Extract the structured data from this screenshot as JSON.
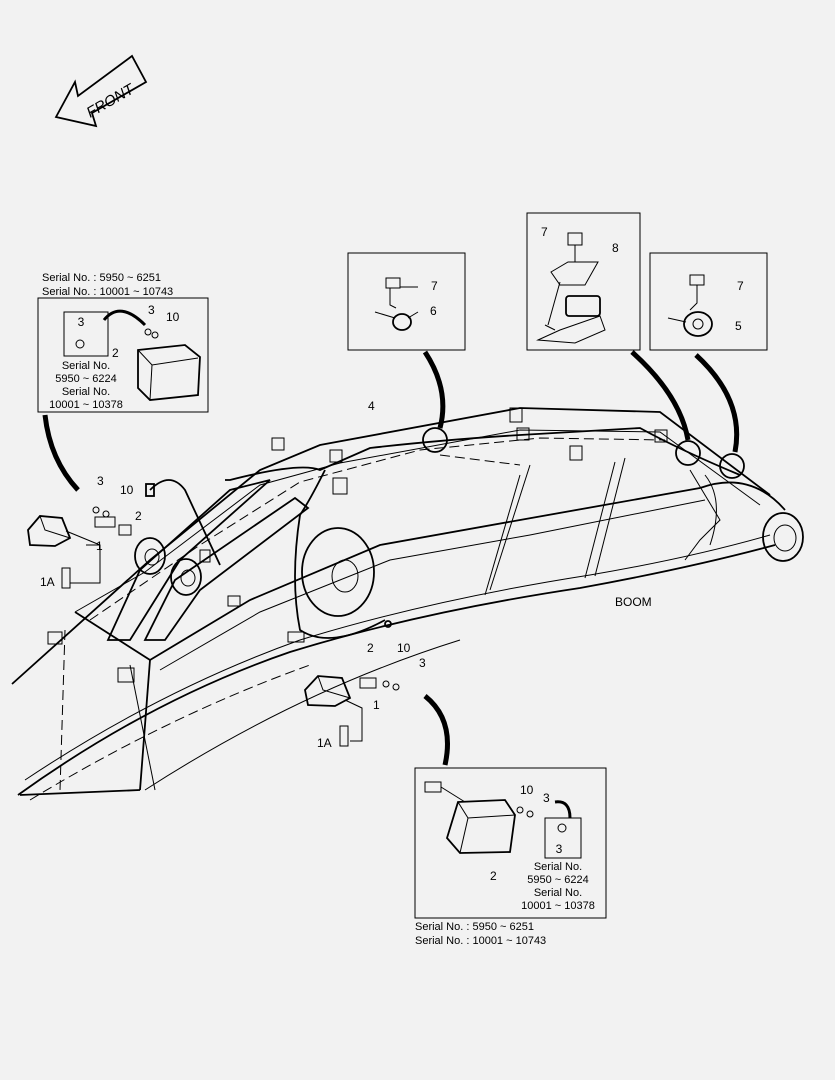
{
  "diagram": {
    "front_label": "FRONT",
    "boom_label": "BOOM",
    "callouts": {
      "c1_top": "1",
      "c1a_top": "1A",
      "c2_top": "2",
      "c3_top": "3",
      "c10_top": "10",
      "c1_bottom": "1",
      "c1a_bottom": "1A",
      "c2_bottom": "2",
      "c3_bottom": "3",
      "c10_bottom": "10",
      "c4": "4"
    },
    "inset_top_left": {
      "serial_line_1": "Serial No. : 5950 ~ 6251",
      "serial_line_2": "Serial No. : 10001 ~ 10743",
      "box_label": "3",
      "box_serial_1": "Serial No.",
      "box_serial_2": "5950 ~ 6224",
      "box_serial_3": "Serial No.",
      "box_serial_4": "10001 ~ 10378",
      "callout_2": "2",
      "callout_3": "3",
      "callout_10": "10"
    },
    "inset_bottom_right": {
      "serial_line_1": "Serial No. : 5950 ~ 6251",
      "serial_line_2": "Serial No. : 10001 ~ 10743",
      "box_label": "3",
      "box_serial_1": "Serial No.",
      "box_serial_2": "5950 ~ 6224",
      "box_serial_3": "Serial No.",
      "box_serial_4": "10001 ~ 10378",
      "callout_2": "2",
      "callout_3": "3",
      "callout_10": "10"
    },
    "inset_mid": {
      "callout_7": "7",
      "callout_6": "6"
    },
    "inset_tall": {
      "callout_7": "7",
      "callout_8": "8"
    },
    "inset_right": {
      "callout_7": "7",
      "callout_5": "5"
    }
  }
}
